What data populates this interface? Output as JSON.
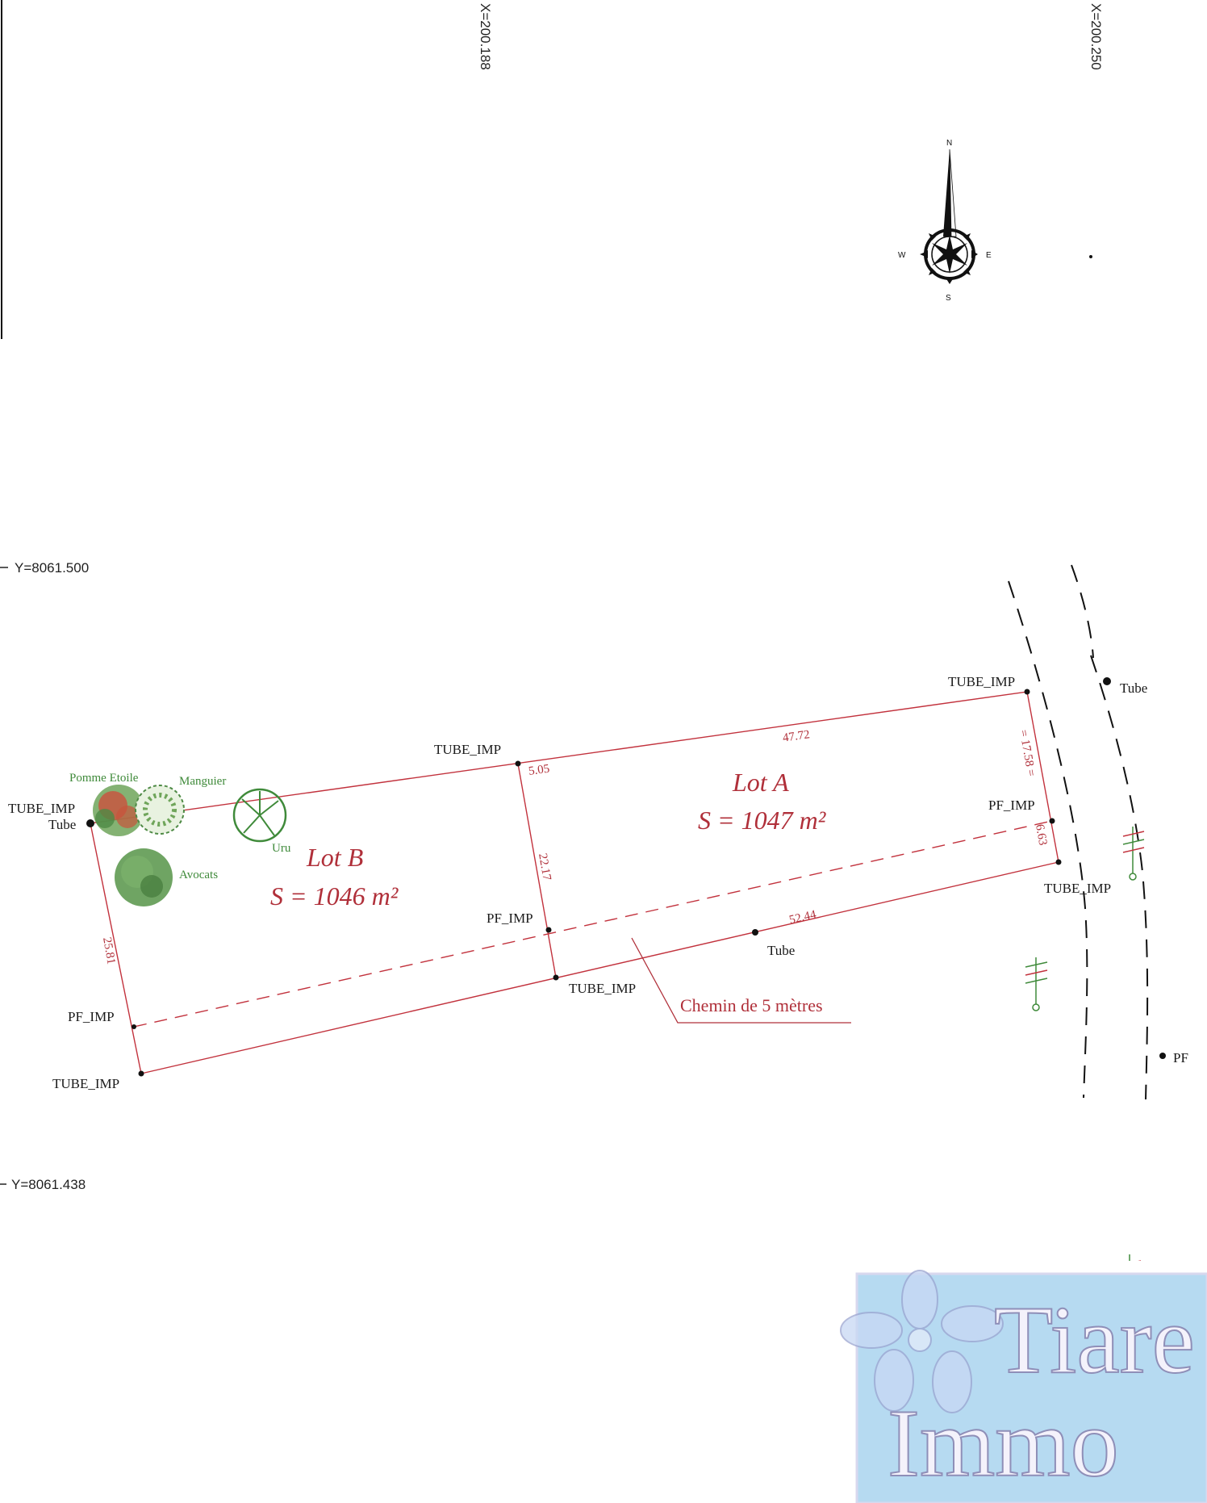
{
  "grid": {
    "x_left": "X=200.188",
    "x_right": "X=200.250",
    "y_top": "Y=8061.500",
    "y_bottom": "Y=8061.438"
  },
  "compass": {
    "n": "N",
    "s": "S",
    "e": "E",
    "w": "W"
  },
  "lots": [
    {
      "name": "Lot A",
      "area": "S = 1047 m²"
    },
    {
      "name": "Lot B",
      "area": "S = 1046 m²"
    }
  ],
  "dimensions": {
    "top_right": "47.72",
    "top_mid": "5.05",
    "divider": "22.17",
    "bottom_right": "52.44",
    "left": "25.81",
    "right_upper": "= 17.58 =",
    "right_lower": "6.63"
  },
  "points": {
    "tube_imp_top_right": "TUBE_IMP",
    "tube_imp_top_mid": "TUBE_IMP",
    "tube_imp_left": "TUBE_IMP",
    "tube_left": "Tube",
    "pf_imp_right": "PF_IMP",
    "tube_imp_right": "TUBE_IMP",
    "pf_imp_mid": "PF_IMP",
    "tube_imp_bottom_mid": "TUBE_IMP",
    "tube_bottom": "Tube",
    "pf_imp_left": "PF_IMP",
    "tube_imp_bottom_left": "TUBE_IMP",
    "tube_road": "Tube",
    "pf_road": "PF"
  },
  "trees": {
    "pomme_etoile": "Pomme Etoile",
    "manguier": "Manguier",
    "uru": "Uru",
    "avocats": "Avocats"
  },
  "chemin": "Chemin de 5 mètres",
  "logo": {
    "line1": "Tiare",
    "line2": "Immo"
  },
  "colors": {
    "boundary": "#c2323d",
    "trees": "#3f8a3a",
    "logo_bg": "#a9d4ee",
    "logo_text": "#f4f2fb"
  }
}
